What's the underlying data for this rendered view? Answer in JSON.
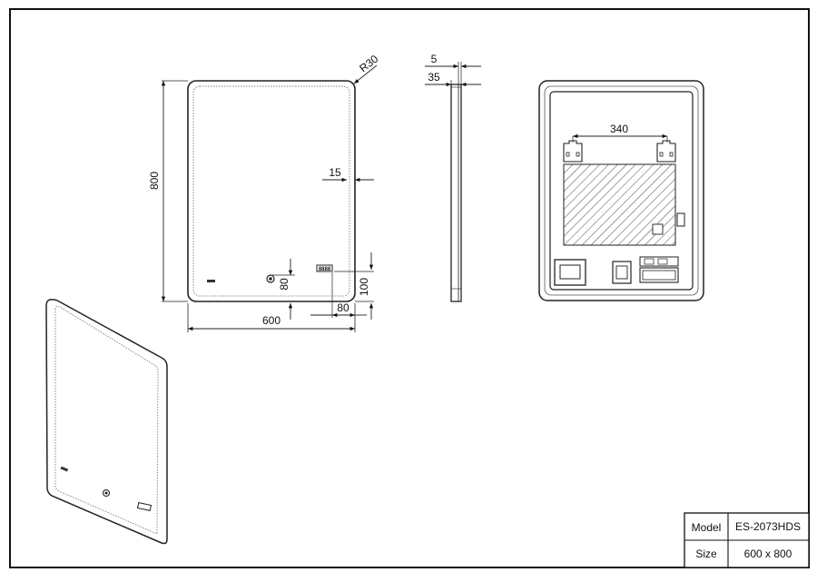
{
  "dimensions": {
    "radius": "R30",
    "height": "800",
    "width": "600",
    "frame_inset": "15",
    "bottom_offset_v": "80",
    "bottom_offset_h": "80",
    "bottom_offset_total": "100",
    "glass_thickness": "5",
    "total_depth": "35",
    "mount_spacing": "340"
  },
  "title_block": {
    "model_label": "Model",
    "model_value": "ES-2073HDS",
    "size_label": "Size",
    "size_value": "600 x 800"
  },
  "display_digits": "8888"
}
